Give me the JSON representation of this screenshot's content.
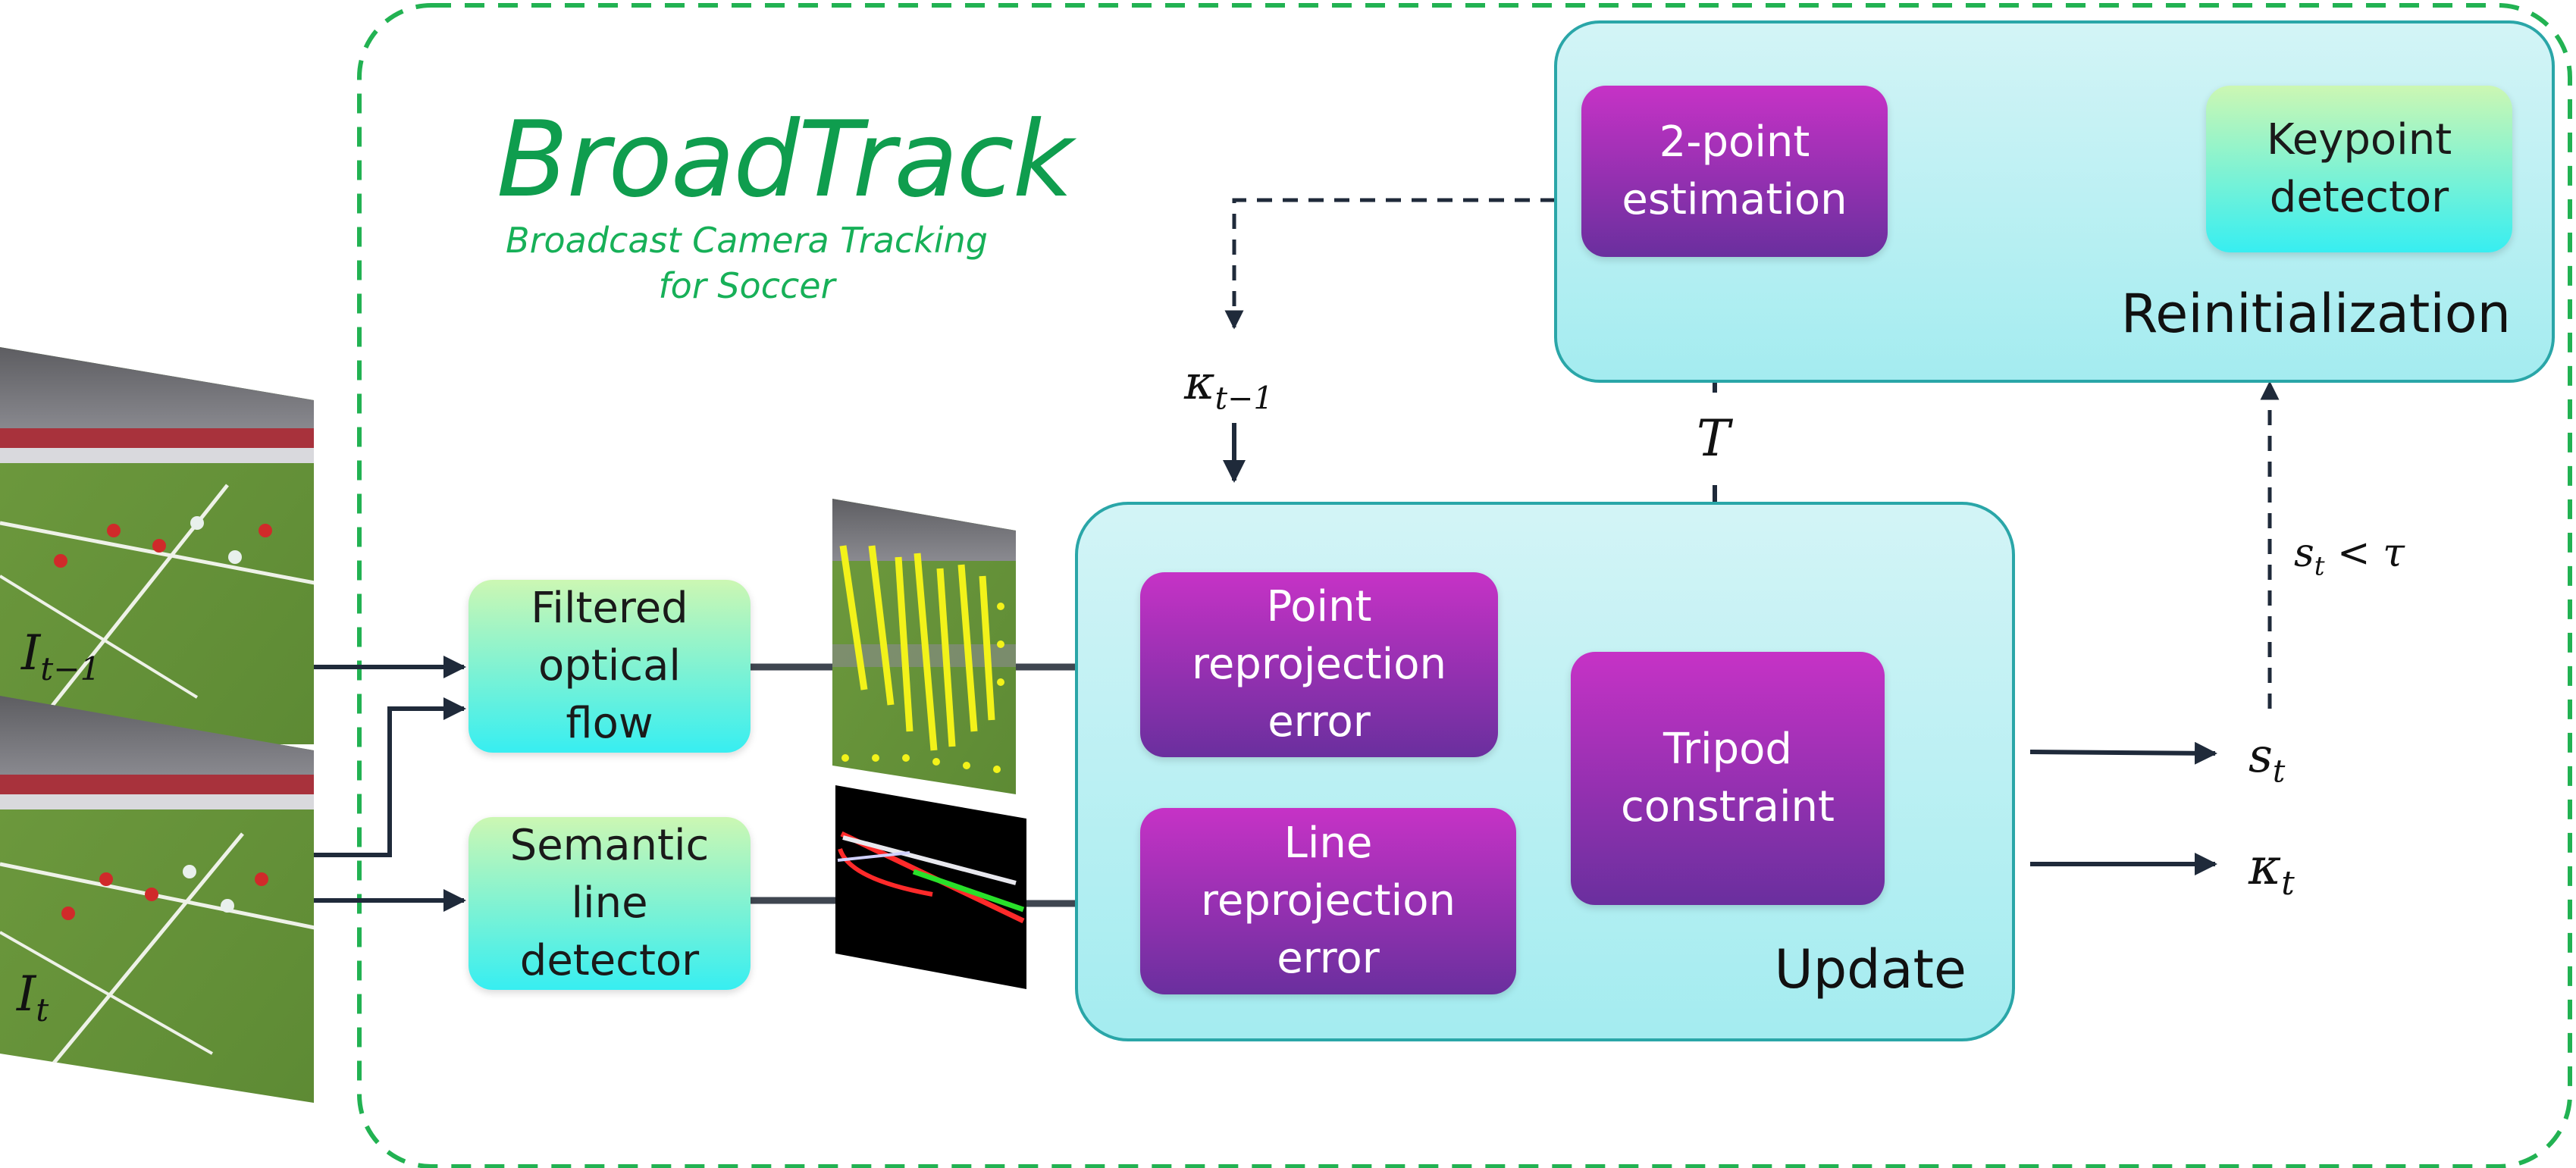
{
  "title": "BroadTrack",
  "subtitle": "Broadcast Camera Tracking\nfor Soccer",
  "colors": {
    "title": "#0f9d4e",
    "dashed_border": "#22b252",
    "panel_fill": "#b4eef1",
    "panel_border": "#2aa6a8",
    "purple_top": "#c632c6",
    "purple_bottom": "#6a2f9e",
    "green_top": "#ccf7b3",
    "green_bottom": "#37eef1",
    "arrow": "#1f2a3a"
  },
  "inputs": {
    "prev_frame": {
      "label_base": "I",
      "label_sub": "t−1"
    },
    "curr_frame": {
      "label_base": "I",
      "label_sub": "t"
    }
  },
  "modules": {
    "optical_flow": "Filtered\noptical\nflow",
    "line_detector": "Semantic\nline\ndetector",
    "point_error": "Point\nreprojection\nerror",
    "line_error": "Line\nreprojection\nerror",
    "tripod": "Tripod\nconstraint",
    "two_point": "2-point\nestimation",
    "keypoint": "Keypoint\ndetector"
  },
  "panels": {
    "update": "Update",
    "reinit": "Reinitialization"
  },
  "symbols": {
    "kappa_prev": {
      "base": "κ",
      "sub": "t−1"
    },
    "tripod_T": "T",
    "score": {
      "base": "s",
      "sub": "t"
    },
    "kappa_out": {
      "base": "κ",
      "sub": "t"
    },
    "condition": {
      "base": "s",
      "sub": "t",
      "rest": " < τ"
    }
  }
}
